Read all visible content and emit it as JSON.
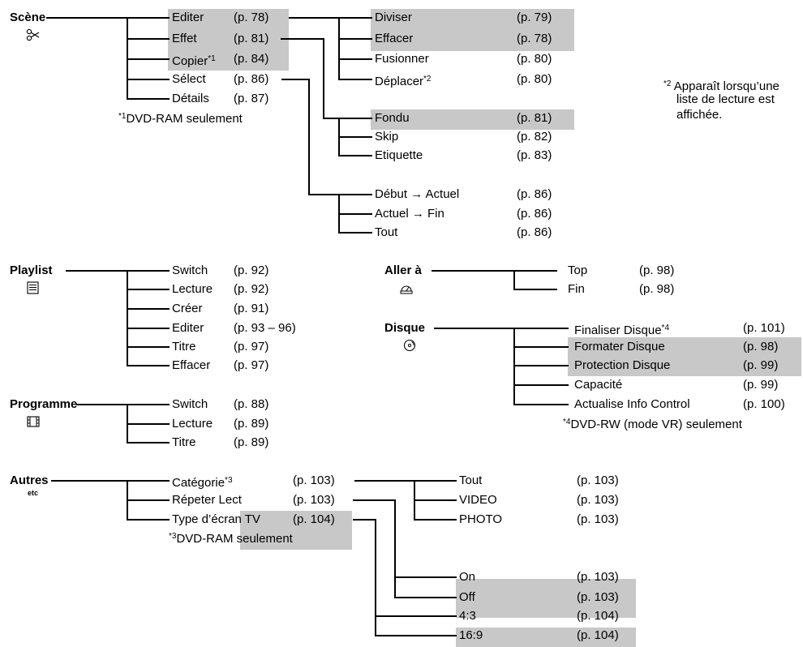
{
  "groups": {
    "scene": {
      "title": "Scène",
      "items": [
        {
          "label": "Editer",
          "sup": "",
          "page": "(p. 78)"
        },
        {
          "label": "Effet",
          "sup": "",
          "page": "(p. 81)"
        },
        {
          "label": "Copier",
          "sup": "*1",
          "page": "(p. 84)"
        },
        {
          "label": "Sélect",
          "sup": "",
          "page": "(p. 86)"
        },
        {
          "label": "Détails",
          "sup": "",
          "page": "(p. 87)"
        }
      ],
      "note": {
        "mark": "*1",
        "text": "DVD-RAM seulement"
      },
      "editer_sub": [
        {
          "label": "Diviser",
          "sup": "",
          "page": "(p. 79)"
        },
        {
          "label": "Effacer",
          "sup": "",
          "page": "(p. 78)"
        },
        {
          "label": "Fusionner",
          "sup": "",
          "page": "(p. 80)"
        },
        {
          "label": "Déplacer",
          "sup": "*2",
          "page": "(p. 80)"
        }
      ],
      "effet_sub": [
        {
          "label": "Fondu",
          "page": "(p. 81)"
        },
        {
          "label": "Skip",
          "page": "(p. 82)"
        },
        {
          "label": "Etiquette",
          "page": "(p. 83)"
        }
      ],
      "select_sub": [
        {
          "label": "Début → Actuel",
          "page": "(p. 86)"
        },
        {
          "label": "Actuel → Fin",
          "page": "(p. 86)"
        },
        {
          "label": "Tout",
          "page": "(p. 86)"
        }
      ],
      "side_note": {
        "mark": "*2",
        "lines": [
          "Apparaît lorsqu’une",
          "liste de lecture est",
          "affichée."
        ]
      }
    },
    "playlist": {
      "title": "Playlist",
      "items": [
        {
          "label": "Switch",
          "page": "(p. 92)"
        },
        {
          "label": "Lecture",
          "page": "(p. 92)"
        },
        {
          "label": "Créer",
          "page": "(p. 91)"
        },
        {
          "label": "Editer",
          "page": "(p. 93 – 96)"
        },
        {
          "label": "Titre",
          "page": "(p. 97)"
        },
        {
          "label": "Effacer",
          "page": "(p. 97)"
        }
      ]
    },
    "programme": {
      "title": "Programme",
      "items": [
        {
          "label": "Switch",
          "page": "(p. 88)"
        },
        {
          "label": "Lecture",
          "page": "(p. 89)"
        },
        {
          "label": "Titre",
          "page": "(p. 89)"
        }
      ]
    },
    "autres": {
      "title": "Autres",
      "icon_text": "etc",
      "items": [
        {
          "label": "Catégorie",
          "sup": "*3",
          "page": "(p. 103)"
        },
        {
          "label": "Répeter Lect",
          "sup": "",
          "page": "(p. 103)"
        },
        {
          "label": "Type d’écran TV",
          "sup": "",
          "page": "(p. 104)"
        }
      ],
      "note": {
        "mark": "*3",
        "text": "DVD-RAM seulement"
      },
      "categorie_sub": [
        {
          "label": "Tout",
          "page": "(p. 103)"
        },
        {
          "label": "VIDEO",
          "page": "(p. 103)"
        },
        {
          "label": "PHOTO",
          "page": "(p. 103)"
        }
      ],
      "repeter_sub": [
        {
          "label": "On",
          "page": "(p. 103)"
        },
        {
          "label": "Off",
          "page": "(p. 103)"
        }
      ],
      "ecran_sub": [
        {
          "label": "4:3",
          "page": "(p. 104)"
        },
        {
          "label": "16:9",
          "page": "(p. 104)"
        }
      ]
    },
    "aller": {
      "title": "Aller à",
      "items": [
        {
          "label": "Top",
          "page": "(p. 98)"
        },
        {
          "label": "Fin",
          "page": "(p. 98)"
        }
      ]
    },
    "disque": {
      "title": "Disque",
      "items": [
        {
          "label": "Finaliser Disque",
          "sup": "*4",
          "page": "(p. 101)"
        },
        {
          "label": "Formater Disque",
          "sup": "",
          "page": "(p. 98)"
        },
        {
          "label": "Protection Disque",
          "sup": "",
          "page": "(p. 99)"
        },
        {
          "label": "Capacité",
          "sup": "",
          "page": "(p. 99)"
        },
        {
          "label": "Actualise Info Control",
          "sup": "",
          "page": "(p. 100)"
        }
      ],
      "note": {
        "mark": "*4",
        "text": "DVD-RW (mode VR) seulement"
      }
    }
  },
  "icons": {
    "scene": "scene-scissors-icon",
    "playlist": "playlist-list-icon",
    "programme": "programme-film-icon",
    "aller": "goto-jump-icon",
    "disque": "disc-icon"
  },
  "colors": {
    "highlight": "#c8c8c8",
    "line": "#000000"
  }
}
